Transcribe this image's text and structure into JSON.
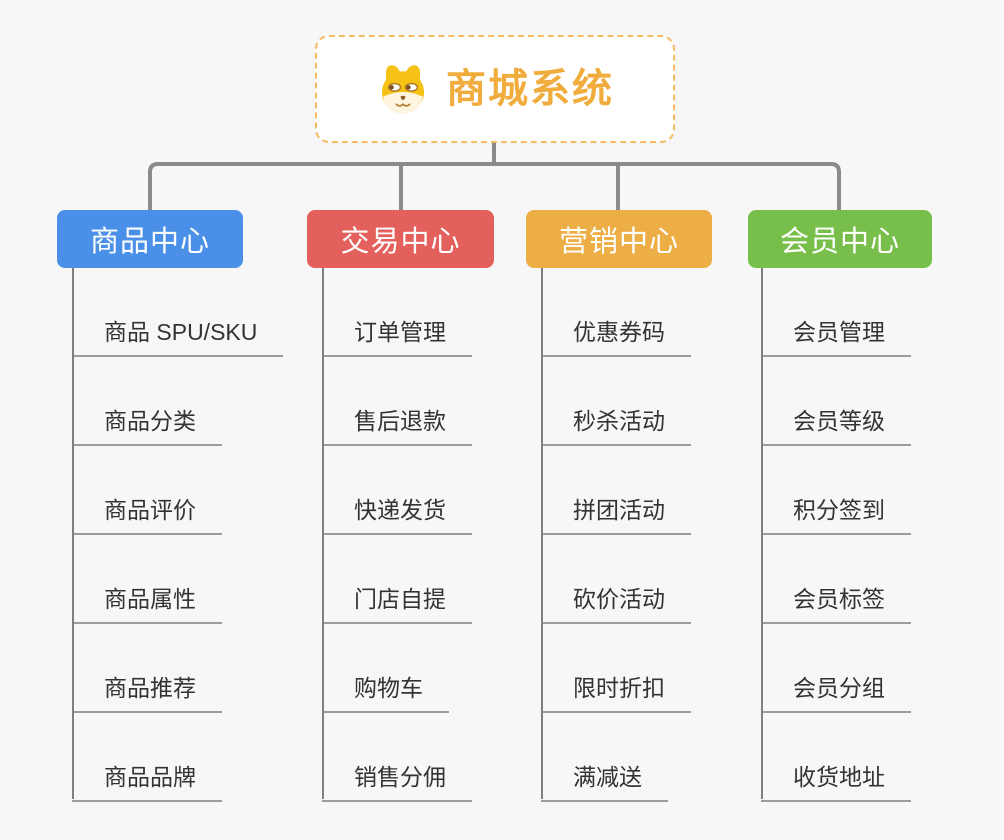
{
  "root": {
    "title": "商城系统",
    "icon": "dog-face-icon",
    "title_color": "#f0ad3e",
    "border_color": "#f5bc62"
  },
  "connector_color": "#8b8b8b",
  "branches": [
    {
      "label": "商品中心",
      "color": "#4a90e8",
      "items": [
        "商品 SPU/SKU",
        "商品分类",
        "商品评价",
        "商品属性",
        "商品推荐",
        "商品品牌"
      ]
    },
    {
      "label": "交易中心",
      "color": "#e4605c",
      "items": [
        "订单管理",
        "售后退款",
        "快递发货",
        "门店自提",
        "购物车",
        "销售分佣"
      ]
    },
    {
      "label": "营销中心",
      "color": "#edae45",
      "items": [
        "优惠券码",
        "秒杀活动",
        "拼团活动",
        "砍价活动",
        "限时折扣",
        "满减送"
      ]
    },
    {
      "label": "会员中心",
      "color": "#77bf4a",
      "items": [
        "会员管理",
        "会员等级",
        "积分签到",
        "会员标签",
        "会员分组",
        "收货地址"
      ]
    }
  ]
}
